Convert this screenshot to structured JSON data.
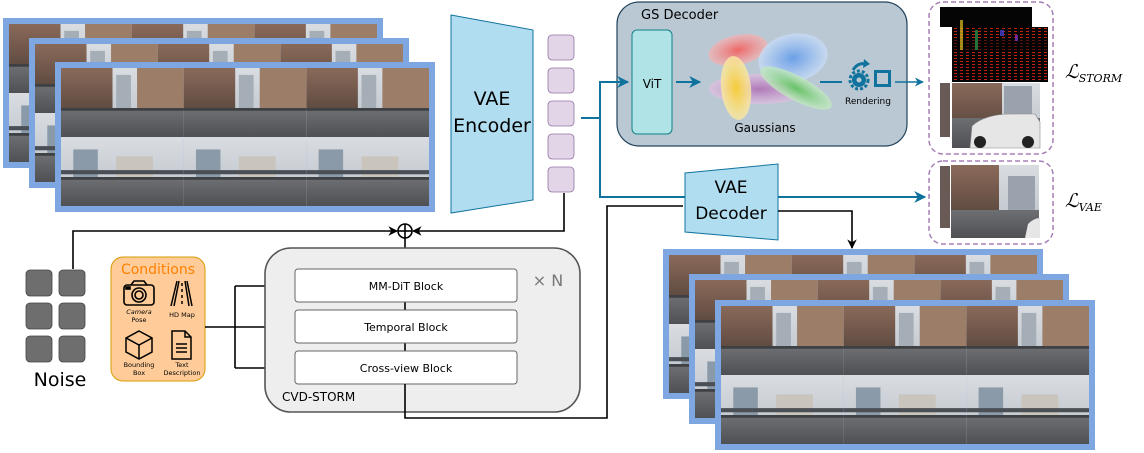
{
  "encoder": {
    "line1": "VAE",
    "line2": "Encoder"
  },
  "decoder": {
    "line1": "VAE",
    "line2": "Decoder"
  },
  "gs_decoder": {
    "title": "GS Decoder",
    "vit": "ViT",
    "gaussians": "Gaussians",
    "rendering": "Rendering"
  },
  "losses": {
    "storm": {
      "base": "ℒ",
      "sub": "STORM"
    },
    "vae": {
      "base": "ℒ",
      "sub": "VAE"
    }
  },
  "noise": {
    "label": "Noise",
    "cell_count": 6
  },
  "conditions": {
    "title": "Conditions",
    "items": [
      {
        "icon": "camera-icon",
        "label_lines": [
          "Camera",
          "Pose"
        ]
      },
      {
        "icon": "road-icon",
        "label_lines": [
          "HD Map"
        ]
      },
      {
        "icon": "cube-icon",
        "label_lines": [
          "Bounding",
          "Box"
        ]
      },
      {
        "icon": "document-icon",
        "label_lines": [
          "Text",
          "Description"
        ]
      }
    ]
  },
  "cvd_storm": {
    "name": "CVD-STORM",
    "repeat": "× N",
    "blocks": [
      "MM-DiT Block",
      "Temporal Block",
      "Cross-view Block"
    ]
  },
  "latent_tokens": {
    "count": 5
  },
  "colors": {
    "frame_blue": "#7ea6e0",
    "encoder_fill": "#b1ddf0",
    "encoder_stroke": "#10739e",
    "token_fill": "#e1d5e7",
    "token_stroke": "#9673a6",
    "gs_fill": "#bac8d3",
    "gs_stroke": "#23445d",
    "vit_fill": "#b0e3e6",
    "vit_stroke": "#0e8088",
    "flow_blue": "#10739e",
    "conditions_fill": "#ffcc99",
    "conditions_stroke": "#d79b00",
    "conditions_title": "#ff8000",
    "cvd_fill": "#eeeeee",
    "cvd_stroke": "#555555",
    "noise_fill": "#6e6e6e",
    "loss_border": "#a680b8"
  }
}
